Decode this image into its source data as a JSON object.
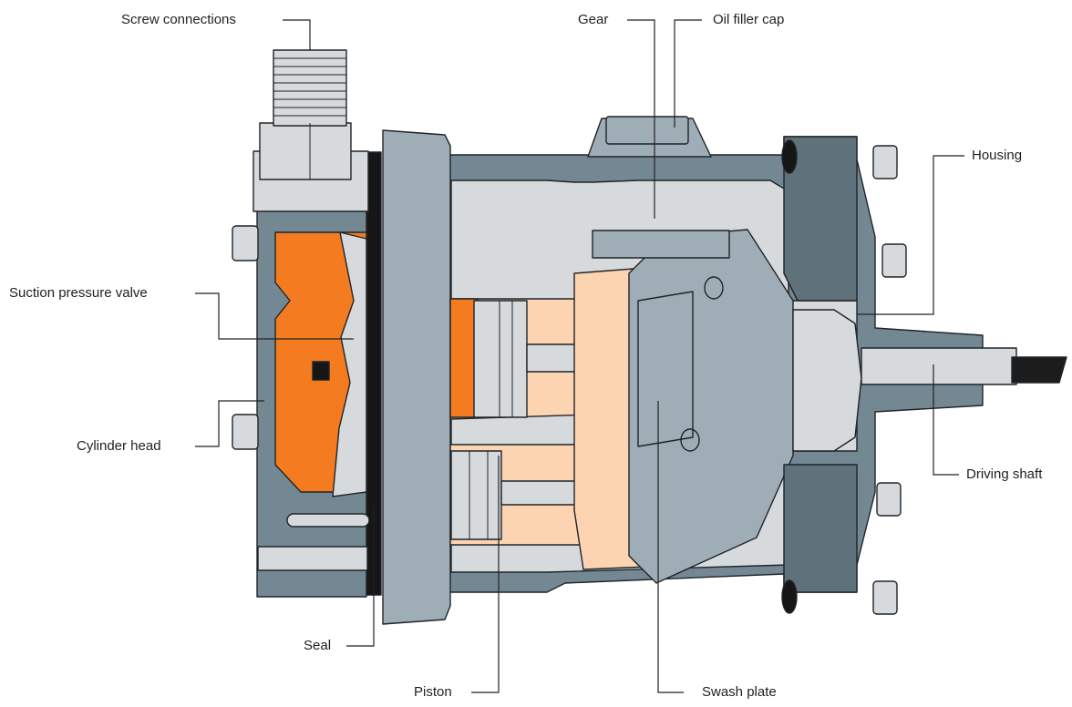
{
  "diagram": {
    "subject": "swash plate compressor cross-section",
    "colors": {
      "housing": "#748893",
      "housing_dark": "#5f717b",
      "inner_light": "#d7dadd",
      "plate_grey": "#9fadb6",
      "chamber_orange": "#f47b20",
      "chamber_peach": "#fcd4b1",
      "outline": "#1f2428",
      "seal": "#161616",
      "leader": "#222222"
    },
    "labels": {
      "screw_connections": "Screw connections",
      "gear": "Gear",
      "oil_filler_cap": "Oil filler cap",
      "housing": "Housing",
      "suction_pressure_valve": "Suction pressure valve",
      "cylinder_head": "Cylinder head",
      "driving_shaft": "Driving shaft",
      "seal": "Seal",
      "piston": "Piston",
      "swash_plate": "Swash plate"
    }
  }
}
